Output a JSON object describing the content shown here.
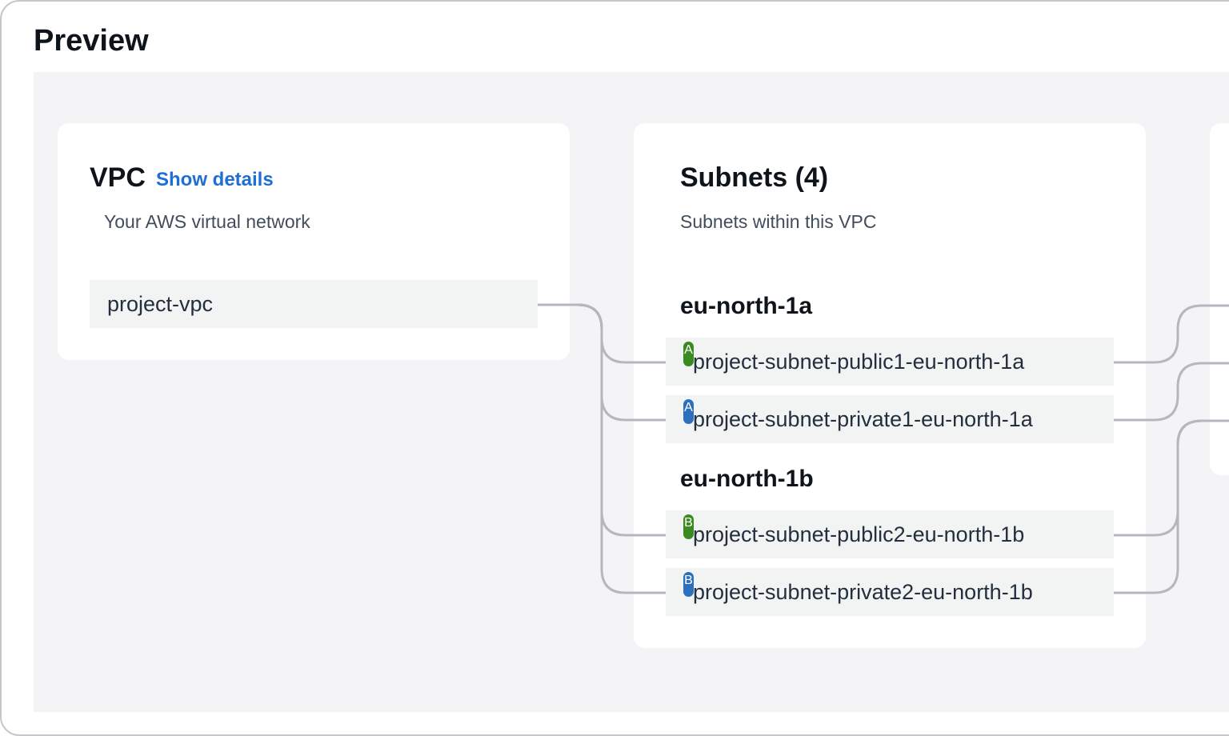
{
  "preview": {
    "title": "Preview"
  },
  "vpc": {
    "title": "VPC",
    "show_details_label": "Show details",
    "description": "Your AWS virtual network",
    "name": "project-vpc"
  },
  "subnets": {
    "title": "Subnets (4)",
    "description": "Subnets within this VPC",
    "zones": [
      {
        "name": "eu-north-1a",
        "subnets": [
          {
            "badge": "A",
            "kind": "public",
            "name": "project-subnet-public1-eu-north-1a"
          },
          {
            "badge": "A",
            "kind": "private",
            "name": "project-subnet-private1-eu-north-1a"
          }
        ]
      },
      {
        "name": "eu-north-1b",
        "subnets": [
          {
            "badge": "B",
            "kind": "public",
            "name": "project-subnet-public2-eu-north-1b"
          },
          {
            "badge": "B",
            "kind": "private",
            "name": "project-subnet-private2-eu-north-1b"
          }
        ]
      }
    ]
  },
  "colors": {
    "link": "#1f6ed4",
    "public_badge": "#3a8a22",
    "private_badge": "#2e6fbd",
    "connector": "#b4b7bd",
    "canvas_bg": "#f4f4f6"
  }
}
